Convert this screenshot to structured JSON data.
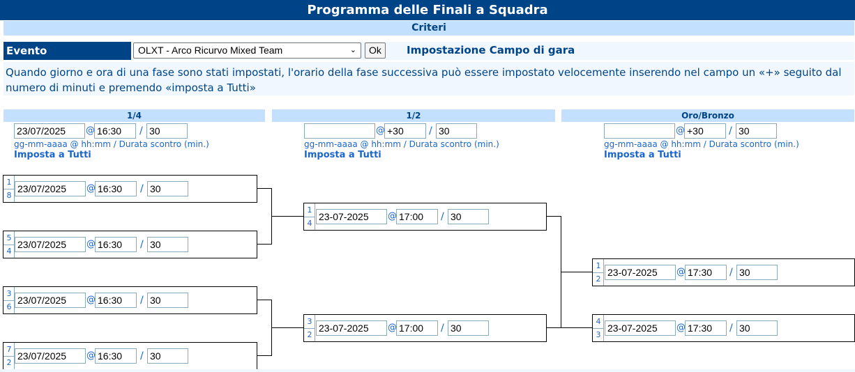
{
  "header": {
    "title": "Programma delle Finali a Squadra",
    "criteri": "Criteri"
  },
  "evento": {
    "label": "Evento",
    "selected": "OLXT - Arco Ricurvo Mixed Team",
    "ok_label": "Ok",
    "campo_label": "Impostazione Campo di gara"
  },
  "info_text": "Quando giorno e ora di una fase sono stati impostati, l'orario della fase successiva può essere impostato velocemente inserendo nel campo un «+» seguito dal numero di minuti e premendo «imposta a Tutti»",
  "common": {
    "at": "@",
    "slash": "/",
    "hint": "gg-mm-aaaa @ hh:mm / Durata scontro (min.)",
    "set_all": "Imposta a Tutti"
  },
  "phases": [
    {
      "name": "1/4",
      "date": "23/07/2025",
      "time": "16:30",
      "duration": "30"
    },
    {
      "name": "1/2",
      "date": "",
      "time": "+30",
      "duration": "30"
    },
    {
      "name": "Oro/Bronzo",
      "date": "",
      "time": "+30",
      "duration": "30"
    }
  ],
  "matches": {
    "quarter": [
      {
        "seed_a": "1",
        "seed_b": "8",
        "date": "23/07/2025",
        "time": "16:30",
        "duration": "30"
      },
      {
        "seed_a": "5",
        "seed_b": "4",
        "date": "23/07/2025",
        "time": "16:30",
        "duration": "30"
      },
      {
        "seed_a": "3",
        "seed_b": "6",
        "date": "23/07/2025",
        "time": "16:30",
        "duration": "30"
      },
      {
        "seed_a": "7",
        "seed_b": "2",
        "date": "23/07/2025",
        "time": "16:30",
        "duration": "30"
      }
    ],
    "semi": [
      {
        "seed_a": "1",
        "seed_b": "4",
        "date": "23-07-2025",
        "time": "17:00",
        "duration": "30"
      },
      {
        "seed_a": "3",
        "seed_b": "2",
        "date": "23-07-2025",
        "time": "17:00",
        "duration": "30"
      }
    ],
    "final": [
      {
        "seed_a": "1",
        "seed_b": "2",
        "date": "23-07-2025",
        "time": "17:30",
        "duration": "30"
      },
      {
        "seed_a": "4",
        "seed_b": "3",
        "date": "23-07-2025",
        "time": "17:30",
        "duration": "30"
      }
    ]
  }
}
